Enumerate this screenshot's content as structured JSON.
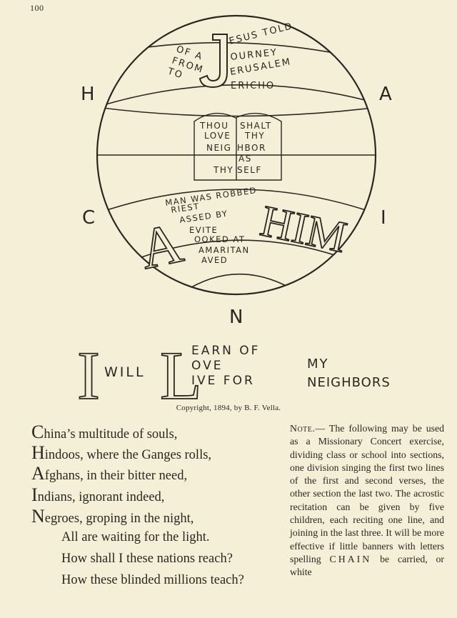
{
  "page_number": "100",
  "globe": {
    "compass_letters": {
      "left_top": "H",
      "right_top": "A",
      "left_mid": "C",
      "right_mid": "I",
      "bottom": "N"
    },
    "top_band": {
      "left_lines": [
        "OF A",
        "FROM",
        "TO"
      ],
      "right_lines": [
        "ESUS TOLD",
        "OURNEY",
        "ERUSALEM",
        "ERICHO"
      ]
    },
    "tablet": {
      "left_column": [
        "THOU",
        "LOVE",
        "NEIG",
        "",
        "THY"
      ],
      "right_column": [
        "SHALT",
        "THY",
        "HBOR",
        "AS",
        "SELF"
      ]
    },
    "bottom_band": {
      "lines": [
        "MAN WAS ROBBED",
        "RIEST",
        "ASSED BY",
        "EVITE",
        "OOKED AT",
        "AMARITAN",
        "AVED"
      ],
      "big_left": "A",
      "big_right": "HIM"
    }
  },
  "banner": {
    "big_i": "I",
    "will": "WILL",
    "big_l": "L",
    "middle_lines": [
      "EARN OF",
      "OVE",
      "IVE FOR"
    ],
    "right_lines": [
      "MY",
      "NEIGHBORS"
    ]
  },
  "copyright": "Copyright, 1894, by B. F. Vella.",
  "poem": [
    {
      "cap": "C",
      "rest": "hina’s multitude of souls,"
    },
    {
      "cap": "H",
      "rest": "indoos, where the Ganges rolls,"
    },
    {
      "cap": "A",
      "rest": "fghans, in their bitter need,"
    },
    {
      "cap": "I",
      "rest": "ndians, ignorant indeed,"
    },
    {
      "cap": "N",
      "rest": "egroes, groping in the night,"
    },
    {
      "cap": "",
      "rest": "All are waiting for the light."
    },
    {
      "cap": "",
      "rest": "How shall I these nations reach?"
    },
    {
      "cap": "",
      "rest": "How these blinded millions teach?"
    }
  ],
  "note": {
    "label": "Note.",
    "body_1": "— The following may be used as a Missionary Concert exercise, dividing class or school into sections, one division singing the first two lines of the first and second verses, the other section the last two. The acrostic recitation can be given by five children, each reciting one line, and joining in the last three. It will be more effective if little banners with letters spelling",
    "chain": "CHAIN",
    "body_2": "be carried, or white"
  }
}
